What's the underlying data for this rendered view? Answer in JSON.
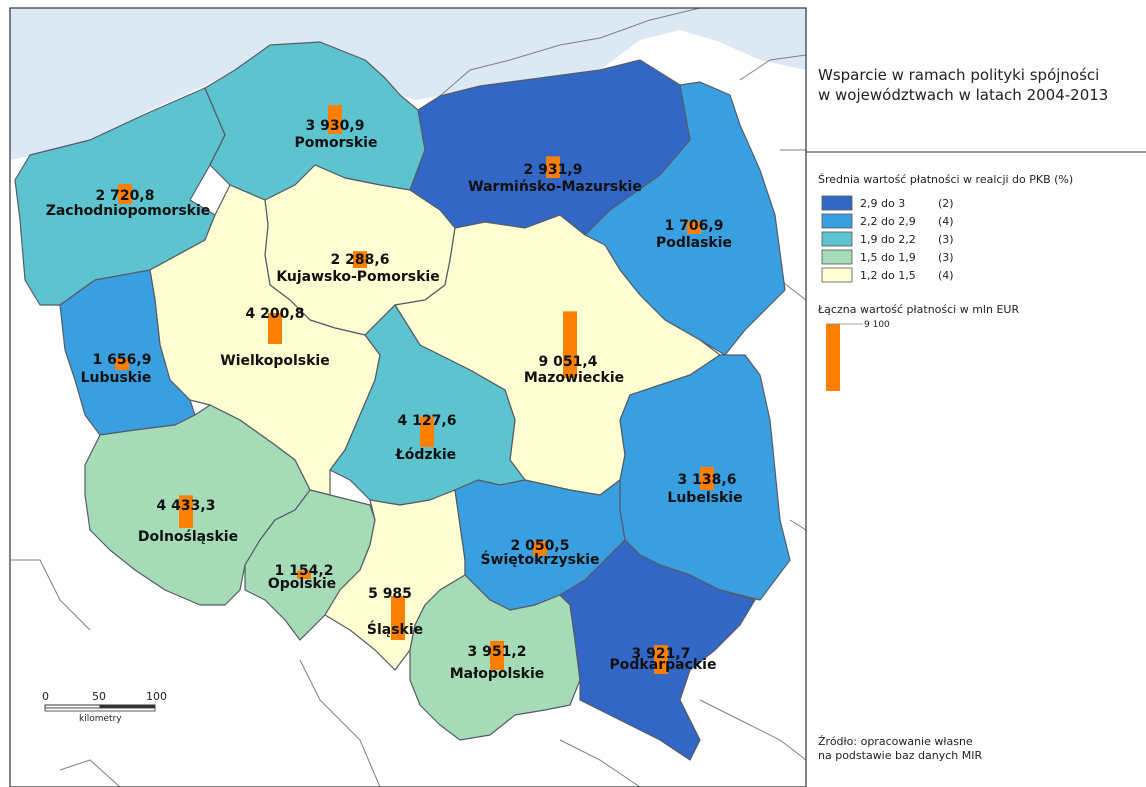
{
  "title_lines": [
    "Wsparcie w ramach polityki spójności",
    "w województwach w latach 2004-2013"
  ],
  "legend": {
    "fill_title": "Średnia wartość płatności w realcji do PKB (%)",
    "classes": [
      {
        "label": "2,9 do 3",
        "count": "(2)",
        "color": "#3367c6"
      },
      {
        "label": "2,2 do 2,9",
        "count": "(4)",
        "color": "#3a9fe0"
      },
      {
        "label": "1,9 do 2,2",
        "count": "(3)",
        "color": "#5cc3cf"
      },
      {
        "label": "1,5 do 1,9",
        "count": "(3)",
        "color": "#a6dbb8"
      },
      {
        "label": "1,2 do 1,5",
        "count": "(4)",
        "color": "#fefed2"
      }
    ],
    "bar_title": "Łączna wartość płatności w mln EUR",
    "bar_ref_label": "9 100",
    "bar_ref_value": 9100
  },
  "source_lines": [
    "Źródło: opracowanie własne",
    "na podstawie baz danych MIR"
  ],
  "scale": {
    "ticks": [
      "0",
      "50",
      "100"
    ],
    "unit": "kilometry"
  },
  "regions": [
    {
      "id": "pomorskie",
      "name": "Pomorskie",
      "value_label": "3 930,9",
      "value": 3930.9,
      "class": 2
    },
    {
      "id": "zachodniopomorskie",
      "name": "Zachodniopomorskie",
      "value_label": "2 720,8",
      "value": 2720.8,
      "class": 2
    },
    {
      "id": "warminsko-mazurskie",
      "name": "Warmińsko-Mazurskie",
      "value_label": "2 931,9",
      "value": 2931.9,
      "class": 0
    },
    {
      "id": "podlaskie",
      "name": "Podlaskie",
      "value_label": "1 706,9",
      "value": 1706.9,
      "class": 1
    },
    {
      "id": "kujawsko-pomorskie",
      "name": "Kujawsko-Pomorskie",
      "value_label": "2 288,6",
      "value": 2288.6,
      "class": 4
    },
    {
      "id": "wielkopolskie",
      "name": "Wielkopolskie",
      "value_label": "4 200,8",
      "value": 4200.8,
      "class": 4
    },
    {
      "id": "lubuskie",
      "name": "Lubuskie",
      "value_label": "1 656,9",
      "value": 1656.9,
      "class": 1
    },
    {
      "id": "mazowieckie",
      "name": "Mazowieckie",
      "value_label": "9 051,4",
      "value": 9051.4,
      "class": 4
    },
    {
      "id": "lodzkie",
      "name": "Łódzkie",
      "value_label": "4 127,6",
      "value": 4127.6,
      "class": 2
    },
    {
      "id": "lubelskie",
      "name": "Lubelskie",
      "value_label": "3 138,6",
      "value": 3138.6,
      "class": 1
    },
    {
      "id": "dolnoslaskie",
      "name": "Dolnośląskie",
      "value_label": "4 433,3",
      "value": 4433.3,
      "class": 3
    },
    {
      "id": "opolskie",
      "name": "Opolskie",
      "value_label": "1 154,2",
      "value": 1154.2,
      "class": 3
    },
    {
      "id": "slaskie",
      "name": "Śląskie",
      "value_label": "5 985",
      "value": 5985,
      "class": 4
    },
    {
      "id": "swietokrzyskie",
      "name": "Świętokrzyskie",
      "value_label": "2 050,5",
      "value": 2050.5,
      "class": 1
    },
    {
      "id": "malopolskie",
      "name": "Małopolskie",
      "value_label": "3 951,2",
      "value": 3951.2,
      "class": 3
    },
    {
      "id": "podkarpackie",
      "name": "Podkarpackie",
      "value_label": "3 921,7",
      "value": 3921.7,
      "class": 0
    }
  ],
  "colors": {
    "sea": "#dce8f4",
    "land": "#ffffff",
    "frame": "#333333"
  }
}
